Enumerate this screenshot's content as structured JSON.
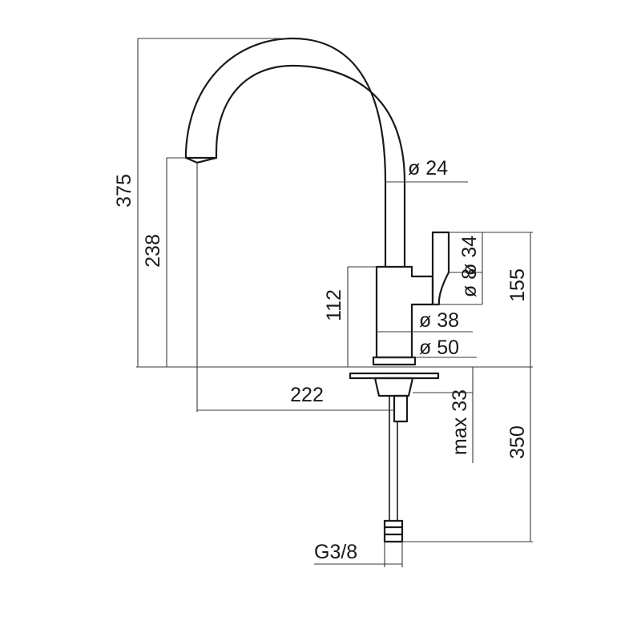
{
  "dimensions": {
    "total_height": "375",
    "spout_height": "238",
    "body_height": "112",
    "spout_reach": "222",
    "spout_diameter": "ø 24",
    "handle_diameter": "ø 34",
    "handle_gap": "ø 8",
    "body_diameter": "ø 38",
    "base_diameter": "ø 50",
    "handle_height": "155",
    "max_deck_thickness": "max 33",
    "hose_length": "350",
    "connection_thread": "G3/8"
  }
}
